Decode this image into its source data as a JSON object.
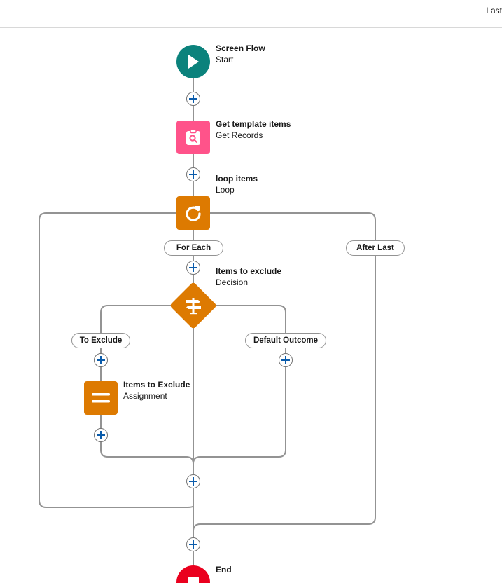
{
  "header": {
    "text": "Last"
  },
  "nodes": {
    "start": {
      "title": "Screen Flow",
      "subtitle": "Start",
      "icon": "play-icon",
      "color": "#0b827c"
    },
    "get_records": {
      "title": "Get template items",
      "subtitle": "Get Records",
      "icon": "clipboard-search-icon",
      "color": "#ff538a"
    },
    "loop": {
      "title": "loop items",
      "subtitle": "Loop",
      "icon": "loop-icon",
      "color": "#dd7a01"
    },
    "decision": {
      "title": "Items to exclude",
      "subtitle": "Decision",
      "icon": "signpost-icon",
      "color": "#dd7a01"
    },
    "assignment": {
      "title": "Items to Exclude",
      "subtitle": "Assignment",
      "icon": "equals-icon",
      "color": "#dd7a01"
    },
    "end": {
      "title": "End",
      "subtitle": "",
      "icon": "stop-icon",
      "color": "#ea001e"
    }
  },
  "paths": {
    "for_each": "For Each",
    "after_last": "After Last",
    "to_exclude": "To Exclude",
    "default_outcome": "Default Outcome"
  },
  "colors": {
    "connector": "#939393",
    "add_button_plus": "#0b5cab"
  }
}
